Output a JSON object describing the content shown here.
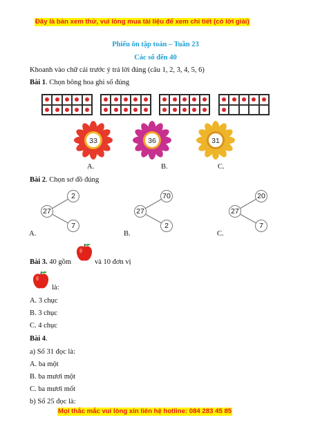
{
  "banner_top": "Đây là bản xem thử, vui lòng mua tài liệu để xem chi tiết (có lời giải)",
  "title": "Phiếu ôn tập toán – Tuần 23",
  "subtitle": "Các số đến 40",
  "instruction": "Khoanh vào chữ cái trước ý trả lời đúng (câu 1, 2, 3, 4, 5, 6)",
  "bai1": {
    "label": "Bài 1",
    "text": ". Chọn bông hoa ghi số đúng",
    "frames": [
      {
        "dots": 10
      },
      {
        "dots": 10
      },
      {
        "dots": 10
      },
      {
        "dots": 6
      }
    ],
    "flowers": [
      {
        "value": "33",
        "color": "#e63a2b",
        "inner": "#f4b32a"
      },
      {
        "value": "36",
        "color": "#c8308f",
        "inner": "#f0a22f"
      },
      {
        "value": "31",
        "color": "#efb52a",
        "inner": "#d89320"
      }
    ],
    "options": [
      "A.",
      "B.",
      "C."
    ]
  },
  "bai2": {
    "label": "Bài 2",
    "text": ". Chọn sơ đồ đúng",
    "diagrams": [
      {
        "whole": "27",
        "top": "2",
        "bottom": "7",
        "option": "A."
      },
      {
        "whole": "27",
        "top": "70",
        "bottom": "2",
        "option": "B."
      },
      {
        "whole": "27",
        "top": "20",
        "bottom": "7",
        "option": "C."
      }
    ]
  },
  "bai3": {
    "label": "Bài 3.",
    "text1": " 40 gồm",
    "text2": "và 10 đơn vị",
    "text3": "là:",
    "options": [
      "A. 3 chục",
      "B. 3 chục",
      "C. 4 chục"
    ]
  },
  "bai4": {
    "label": "Bài 4",
    "dot": ".",
    "qa": "a) Số 31 đọc là:",
    "optionsA": [
      "A. ba một",
      "B. ba mươi một",
      "C. ba mươi mốt"
    ],
    "qb": "b) Số 25 đọc là:"
  },
  "banner_bottom": "Mọi thắc mắc vui lòng xin liên hệ hotline: 084 283 45 85",
  "colors": {
    "banner_bg": "#fff200",
    "banner_text": "#e21b1b",
    "title": "#1ea0d2",
    "dot": "#d8262b"
  }
}
